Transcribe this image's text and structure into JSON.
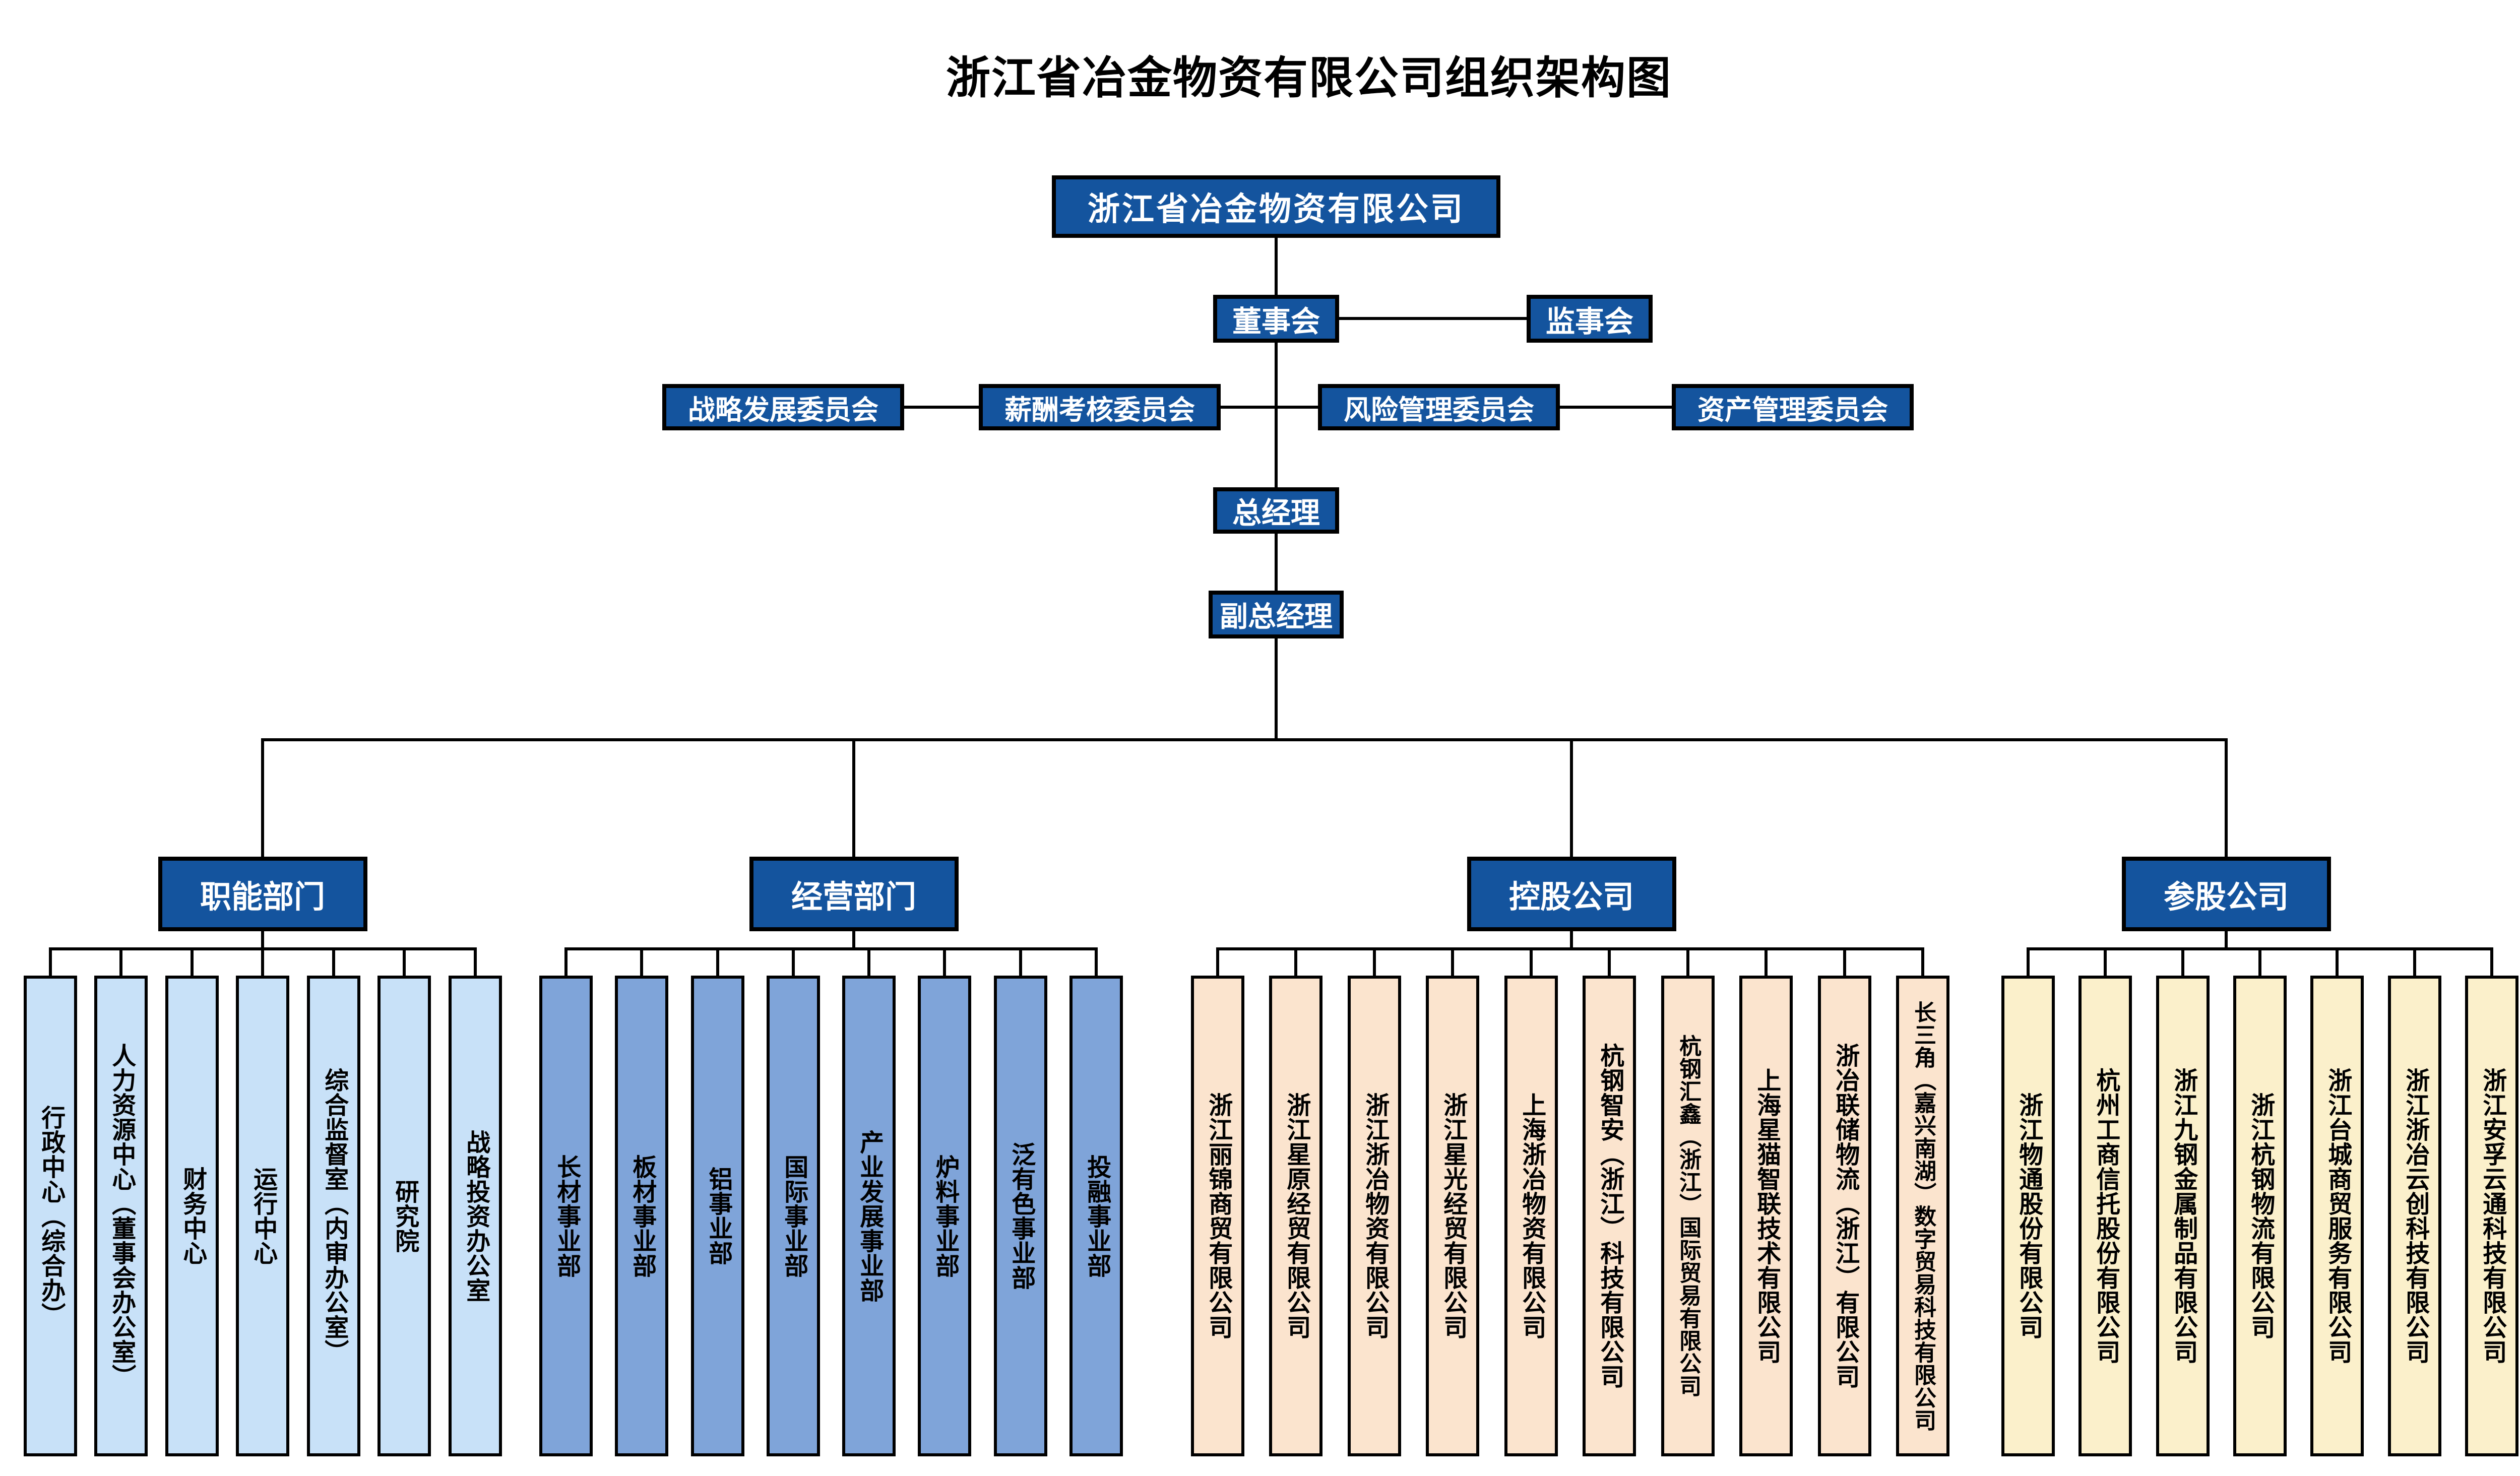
{
  "title": "浙江省冶金物资有限公司组织架构图",
  "root": {
    "label": "浙江省冶金物资有限公司"
  },
  "board": {
    "label": "董事会"
  },
  "supervisory_board": {
    "label": "监事会"
  },
  "committees": [
    "战略发展委员会",
    "薪酬考核委员会",
    "风险管理委员会",
    "资产管理委员会"
  ],
  "general_manager": {
    "label": "总经理"
  },
  "deputy_general_manager": {
    "label": "副总经理"
  },
  "groups": [
    {
      "label": "职能部门",
      "children": [
        "行政中心（综合办）",
        "人力资源中心（董事会办公室）",
        "财务中心",
        "运行中心",
        "综合监督室（内审办公室）",
        "研究院",
        "战略投资办公室"
      ]
    },
    {
      "label": "经营部门",
      "children": [
        "长材事业部",
        "板材事业部",
        "铝事业部",
        "国际事业部",
        "产业发展事业部",
        "炉料事业部",
        "泛有色事业部",
        "投融事业部"
      ]
    },
    {
      "label": "控股公司",
      "children": [
        "浙江丽锦商贸有限公司",
        "浙江星原经贸有限公司",
        "浙江浙冶物资有限公司",
        "浙江星光经贸有限公司",
        "上海浙冶物资有限公司",
        "杭钢智安（浙江）科技有限公司",
        "杭钢汇鑫（浙江）国际贸易有限公司",
        "上海星猫智联技术有限公司",
        "浙冶联储物流（浙江）有限公司",
        "长三角（嘉兴南湖）数字贸易科技有限公司"
      ]
    },
    {
      "label": "参股公司",
      "children": [
        "浙江物通股份有限公司",
        "杭州工商信托股份有限公司",
        "浙江九钢金属制品有限公司",
        "浙江杭钢物流有限公司",
        "浙江台城商贸服务有限公司",
        "浙江浙冶云创科技有限公司",
        "浙江安孚云通科技有限公司"
      ]
    }
  ],
  "colors": {
    "node_blue": "#14549E",
    "line_black": "#000000",
    "group_fills": [
      "#C8E1F8",
      "#7FA4D9",
      "#FBE4CE",
      "#FBF0CB"
    ],
    "text_on_blue": "#FFFFFF",
    "text_on_light": "#000000"
  }
}
